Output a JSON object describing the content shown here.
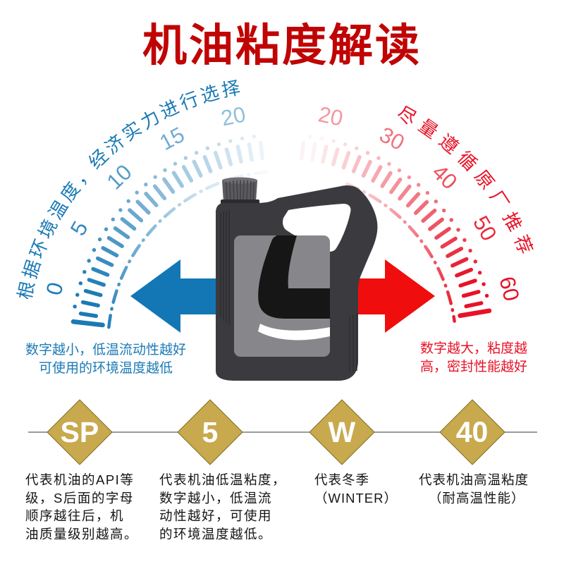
{
  "title": "机油粘度解读",
  "colors": {
    "title_red": "#c00404",
    "blue": "#1b7ab6",
    "red": "#e81226",
    "arrow_blue": "#1377b5",
    "arrow_red": "#f00d0d",
    "gold": "#c8a94e",
    "line_gray": "#9b9b9b",
    "jug_gray": "#3b3b3f",
    "jug_label_gray": "#87878b"
  },
  "gauge": {
    "left": {
      "curved_label": "根据环境温度，经济实力进行选择",
      "scale_numbers": [
        "0",
        "5",
        "10",
        "15",
        "20"
      ],
      "note_lines": [
        "数字越小，低温流动性越好",
        "可使用的环境温度越低"
      ]
    },
    "right": {
      "curved_label": "尽量遵循原厂推荐",
      "scale_numbers": [
        "20",
        "30",
        "40",
        "50",
        "60"
      ],
      "note_lines": [
        "数字越大，粘度越",
        "高，密封性能越好"
      ]
    }
  },
  "legend": {
    "items": [
      {
        "symbol": "SP",
        "desc_lines": [
          "代表机油的API等",
          "级，S后面的字母",
          "顺序越往后，机",
          "油质量级别越高。"
        ]
      },
      {
        "symbol": "5",
        "desc_lines": [
          "代表机油低温粘度，",
          "数字越小，低温流",
          "动性越好，可使用",
          "的环境温度越低。"
        ]
      },
      {
        "symbol": "W",
        "desc_lines": [
          "代表冬季",
          "（WINTER）"
        ]
      },
      {
        "symbol": "40",
        "desc_lines": [
          "代表机油高温粘度",
          "（耐高温性能）"
        ]
      }
    ]
  }
}
